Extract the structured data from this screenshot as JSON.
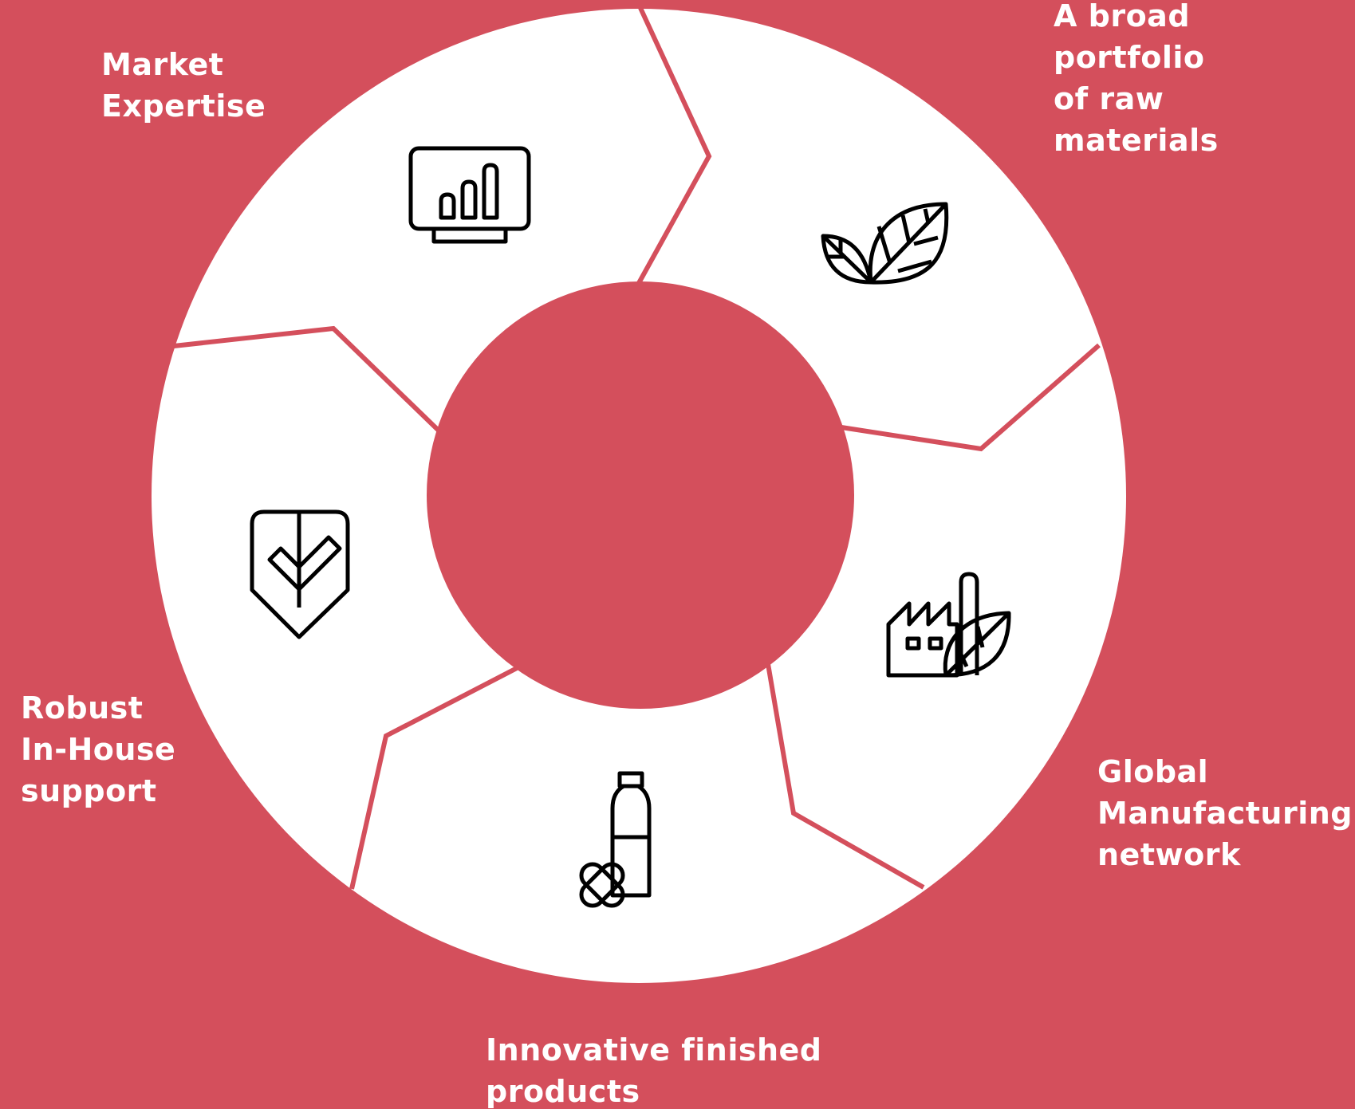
{
  "colors": {
    "background": "#d44f5c",
    "ring": "#ffffff",
    "icon_stroke": "#000000",
    "label_text": "#ffffff"
  },
  "segments": [
    {
      "id": "market-expertise",
      "icon": "bar-chart-monitor-icon",
      "label_lines": [
        "Market",
        "Expertise"
      ]
    },
    {
      "id": "raw-materials",
      "icon": "leaves-icon",
      "label_lines": [
        "A broad",
        "portfolio",
        "of raw",
        "materials"
      ]
    },
    {
      "id": "manufacturing",
      "icon": "factory-leaf-icon",
      "label_lines": [
        "Global",
        "Manufacturing",
        "network"
      ]
    },
    {
      "id": "finished-products",
      "icon": "bottle-capsule-icon",
      "label_lines": [
        "Innovative finished",
        "products"
      ]
    },
    {
      "id": "in-house-support",
      "icon": "shield-check-icon",
      "label_lines": [
        "Robust",
        "In-House",
        "support"
      ]
    }
  ]
}
